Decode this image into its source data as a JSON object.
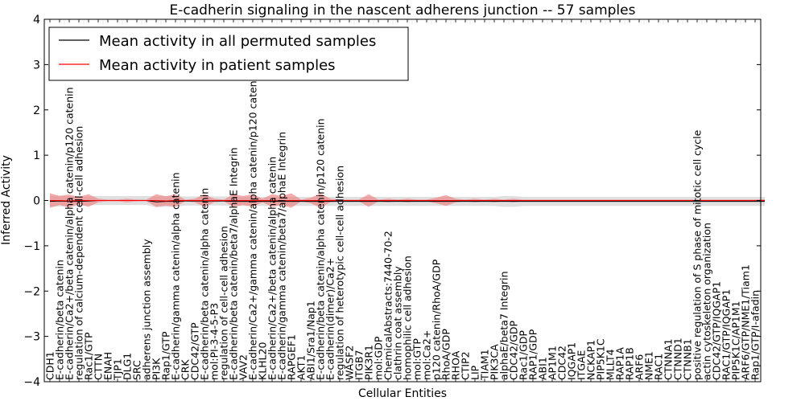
{
  "chart_data": {
    "type": "line",
    "title": "E-cadherin signaling in the nascent adherens junction -- 57 samples",
    "xlabel": "Cellular Entities",
    "ylabel": "Inferred Activity",
    "ylim": [
      -4,
      4
    ],
    "yticks": [
      "4",
      "3",
      "2",
      "1",
      "0",
      "−1",
      "−2",
      "−3",
      "−4"
    ],
    "grid": false,
    "legend_position": "top-left",
    "categories": [
      "CDH1",
      "E-cadherin/beta catenin",
      "E-cadherin/Ca2+/beta catenin/alpha catenin/p120 catenin",
      "regulation of calcium-dependent cell-cell adhesion",
      "Rac1/GTP",
      "CTTN",
      "ENAH",
      "TJP1",
      "DLG1",
      "SRC",
      "adherens junction assembly",
      "PI3K",
      "Rap1/GTP",
      "E-cadherin/gamma catenin/alpha catenin",
      "CRK",
      "CDC42/GTP",
      "E-cadherin/beta catenin/alpha catenin",
      "mol:PI-3-4-5-P3",
      "regulation of cell-cell adhesion",
      "E-cadherin/beta catenin/beta7/alphaE Integrin",
      "VAV2",
      "E-cadherin/Ca2+/gamma catenin/alpha catenin/p120 catenin",
      "KLHL20",
      "E-cadherin/Ca2+/beta catenin/alpha catenin",
      "E-cadherin/gamma catenin/beta7/alphaE Integrin",
      "RAPGEF1",
      "AKT1",
      "ABI1/Sra1/Nap1",
      "E-cadherin/beta catenin/alpha catenin/p120 catenin",
      "E-cadherin(dimer)/Ca2+",
      "regulation of heterotypic cell-cell adhesion",
      "WASF2",
      "ITGB7",
      "PIK3R1",
      "mol:GDP",
      "ChemicalAbstracts:7440-70-2",
      "clathrin coat assembly",
      "homophilic cell adhesion",
      "mol:GTP",
      "mol:Ca2+",
      "p120 catenin/RhoA/GDP",
      "RhoA/GDP",
      "RHOA",
      "CTIP2",
      "LIP",
      "TIAM1",
      "PIK3CA",
      "alphaE/beta7 Integrin",
      "CDC42/GDP",
      "Rac1/GDP",
      "RAP1/GDP",
      "ABI1",
      "AP1M1",
      "CDC42",
      "IQGAP1",
      "ITGAE",
      "NCKAP1",
      "PIP5K1C",
      "MLLT4",
      "RAP1A",
      "RAP1B",
      "ARF6",
      "NME1",
      "RAC1",
      "CTNNA1",
      "CTNND1",
      "CTNNB1",
      "positive regulation of S phase of mitotic cell cycle",
      "actin cytoskeleton organization",
      "CDC42/GTP/IQGAP1",
      "RAC1/GTP/IQGAP1",
      "PIP5K1C/AP1M1",
      "ARF6/GTP/NME1/Tiam1",
      "Rap1/GTP/I-afadin"
    ],
    "series": [
      {
        "name": "Mean activity in all permuted samples",
        "color": "#000000",
        "band_color": "#cccccc",
        "values": [
          -0.02,
          -0.01,
          -0.02,
          -0.02,
          -0.01,
          0,
          0,
          0,
          0,
          0,
          0,
          -0.03,
          -0.02,
          -0.02,
          -0.01,
          -0.01,
          -0.01,
          -0.01,
          -0.01,
          -0.02,
          -0.02,
          -0.02,
          -0.02,
          -0.02,
          -0.02,
          -0.02,
          -0.02,
          -0.02,
          -0.02,
          -0.02,
          -0.02,
          -0.02,
          -0.02,
          -0.02,
          -0.02,
          -0.02,
          -0.02,
          -0.02,
          -0.02,
          -0.02,
          -0.02,
          -0.02,
          -0.02,
          -0.02,
          -0.02,
          -0.02,
          -0.02,
          -0.02,
          -0.02,
          -0.02,
          -0.02,
          -0.02,
          -0.02,
          -0.02,
          -0.02,
          -0.02,
          -0.02,
          -0.02,
          -0.02,
          -0.02,
          -0.02,
          -0.02,
          -0.02,
          -0.02,
          -0.02,
          -0.02,
          -0.02,
          -0.02,
          -0.02,
          -0.02,
          -0.02,
          -0.02,
          -0.02,
          -0.02,
          -0.02
        ],
        "band": [
          0.12,
          0.12,
          0.12,
          0.1,
          0.1,
          0.1,
          0.1,
          0.1,
          0.1,
          0.1,
          0.1,
          0.12,
          0.12,
          0.12,
          0.1,
          0.1,
          0.1,
          0.1,
          0.1,
          0.1,
          0.1,
          0.1,
          0.1,
          0.1,
          0.1,
          0.1,
          0.1,
          0.1,
          0.1,
          0.1,
          0.1,
          0.1,
          0.1,
          0.1,
          0.1,
          0.1,
          0.1,
          0.1,
          0.1,
          0.1,
          0.1,
          0.1,
          0.1,
          0.1,
          0.1,
          0.1,
          0.1,
          0.12,
          0.12,
          0.1,
          0.1,
          0.1,
          0.1,
          0.1,
          0.1,
          0.1,
          0.1,
          0.1,
          0.1,
          0.1,
          0.1,
          0.1,
          0.1,
          0.1,
          0.1,
          0.1,
          0.1,
          0.1,
          0.1,
          0.1,
          0.1,
          0.1,
          0.1,
          0.1,
          0.1
        ]
      },
      {
        "name": "Mean activity in patient samples",
        "color": "#ff0000",
        "band_color": "#f08080",
        "values": [
          0,
          0,
          -0.01,
          0,
          0,
          0,
          0,
          0,
          0,
          0,
          0,
          0,
          -0.01,
          0,
          0,
          0,
          0,
          0,
          0,
          0,
          0,
          0,
          0,
          0,
          0,
          0,
          0,
          0,
          0,
          0,
          0,
          0,
          0,
          0,
          0,
          0,
          0,
          0,
          0,
          0,
          0,
          0,
          0,
          0,
          0,
          0,
          0,
          0,
          0,
          0,
          0,
          0,
          0,
          0,
          0,
          0,
          0,
          0,
          0,
          0,
          0,
          0,
          0,
          0,
          0,
          0,
          0,
          0,
          0,
          0,
          0,
          0,
          0,
          0,
          0
        ],
        "band": [
          0.16,
          0.1,
          0.14,
          0.08,
          0.14,
          0.04,
          0.02,
          0.02,
          0.04,
          0.02,
          0.02,
          0.14,
          0.1,
          0.14,
          0.02,
          0.04,
          0.14,
          0.04,
          0.02,
          0.14,
          0.1,
          0.14,
          0.04,
          0.14,
          0.1,
          0.16,
          0.02,
          0.06,
          0.16,
          0.04,
          0.02,
          0.02,
          0.02,
          0.14,
          0.02,
          0.04,
          0.02,
          0.04,
          0.02,
          0.02,
          0.06,
          0.12,
          0.04,
          0.02,
          0.04,
          0.02,
          0.04,
          0.02,
          0.04,
          0.02,
          0.02,
          0.02,
          0.02,
          0.02,
          0.02,
          0.02,
          0.02,
          0.02,
          0.02,
          0.02,
          0.02,
          0.02,
          0.02,
          0.02,
          0.02,
          0.02,
          0.02,
          0.02,
          0.02,
          0.02,
          0.02,
          0.02,
          0.02,
          0.02,
          0.03
        ]
      }
    ]
  }
}
